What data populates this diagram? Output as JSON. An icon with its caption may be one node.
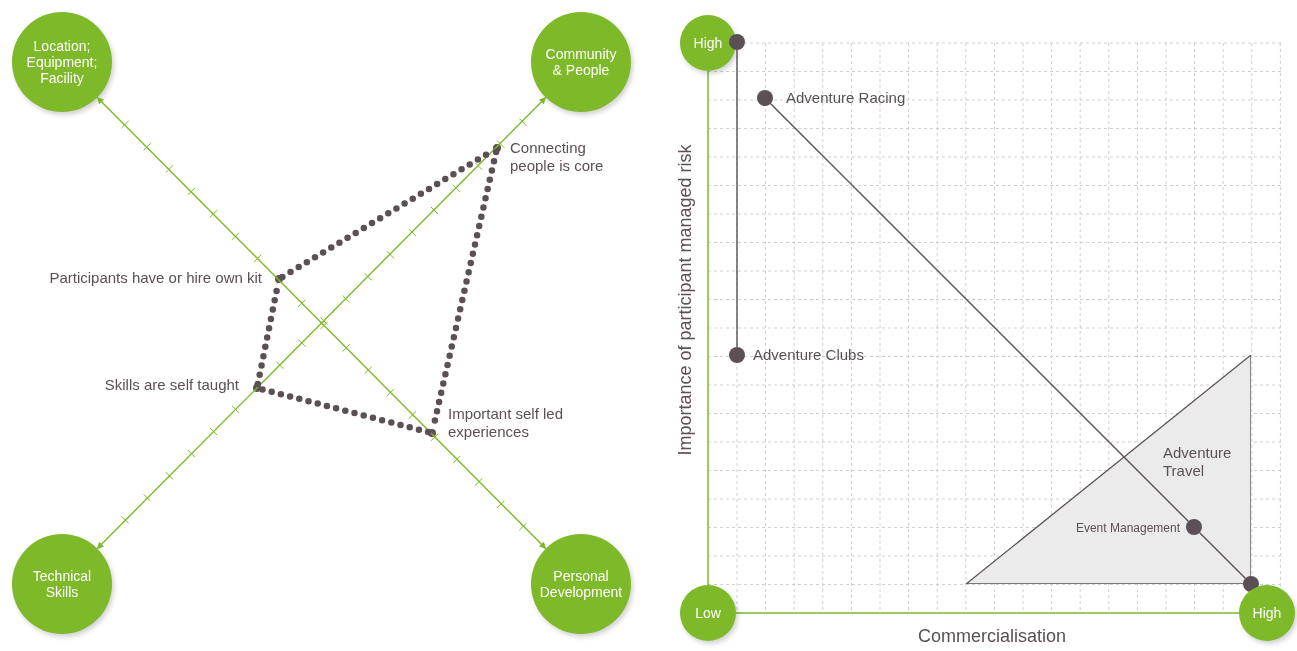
{
  "diagram": {
    "nodes": [
      {
        "text": [
          "Location; Equipment; Facility"
        ]
      },
      {
        "text": [
          "Community & People"
        ]
      },
      {
        "text": [
          "Technical Skills"
        ]
      },
      {
        "text": [
          "Personal Development"
        ]
      },
      {
        "text": [],
        "shape": "circle",
        "beside": [
          "Participants have or hire own kit"
        ]
      },
      {
        "text": [],
        "shape": "circle",
        "beside": [
          "Connecting people is core"
        ]
      },
      {
        "text": [],
        "shape": "circle",
        "beside": [
          "Skills are self taught"
        ]
      },
      {
        "text": [],
        "shape": "circle",
        "beside": [
          "Important self led experiences"
        ]
      },
      {
        "text": [
          "High"
        ]
      },
      {
        "text": [],
        "shape": "circle"
      },
      {
        "text": [],
        "shape": "circle",
        "beside": [
          "Adventure Racing"
        ]
      },
      {
        "text": [],
        "shape": "circle",
        "beside": [
          "Adventure Clubs"
        ]
      },
      {
        "text": [
          "Adventure Travel"
        ]
      },
      {
        "text": [],
        "shape": "circle",
        "beside": [
          "Event Management"
        ],
        "in": 12
      },
      {
        "text": [],
        "shape": "circle"
      },
      {
        "text": [
          "Low"
        ]
      },
      {
        "text": [
          "High"
        ]
      }
    ],
    "edges": [
      {
        "from": 0,
        "to": 3,
        "arrow": "both",
        "color": "#7db928"
      },
      {
        "from": 2,
        "to": 1,
        "arrow": "both",
        "color": "#7db928"
      },
      {
        "from": 4,
        "to": 5,
        "arrow": "none",
        "style": "dashed"
      },
      {
        "from": 5,
        "to": 7,
        "arrow": "none",
        "style": "dashed"
      },
      {
        "from": 7,
        "to": 6,
        "arrow": "none",
        "style": "dashed"
      },
      {
        "from": 6,
        "to": 4,
        "arrow": "none",
        "style": "dashed"
      },
      {
        "from": 9,
        "to": 11,
        "arrow": "none"
      },
      {
        "from": 10,
        "to": 13,
        "arrow": "none"
      },
      {
        "from": 13,
        "to": 14,
        "arrow": "none"
      }
    ],
    "labels": [
      "Importance of participant managed risk",
      "Commercialisation"
    ]
  }
}
